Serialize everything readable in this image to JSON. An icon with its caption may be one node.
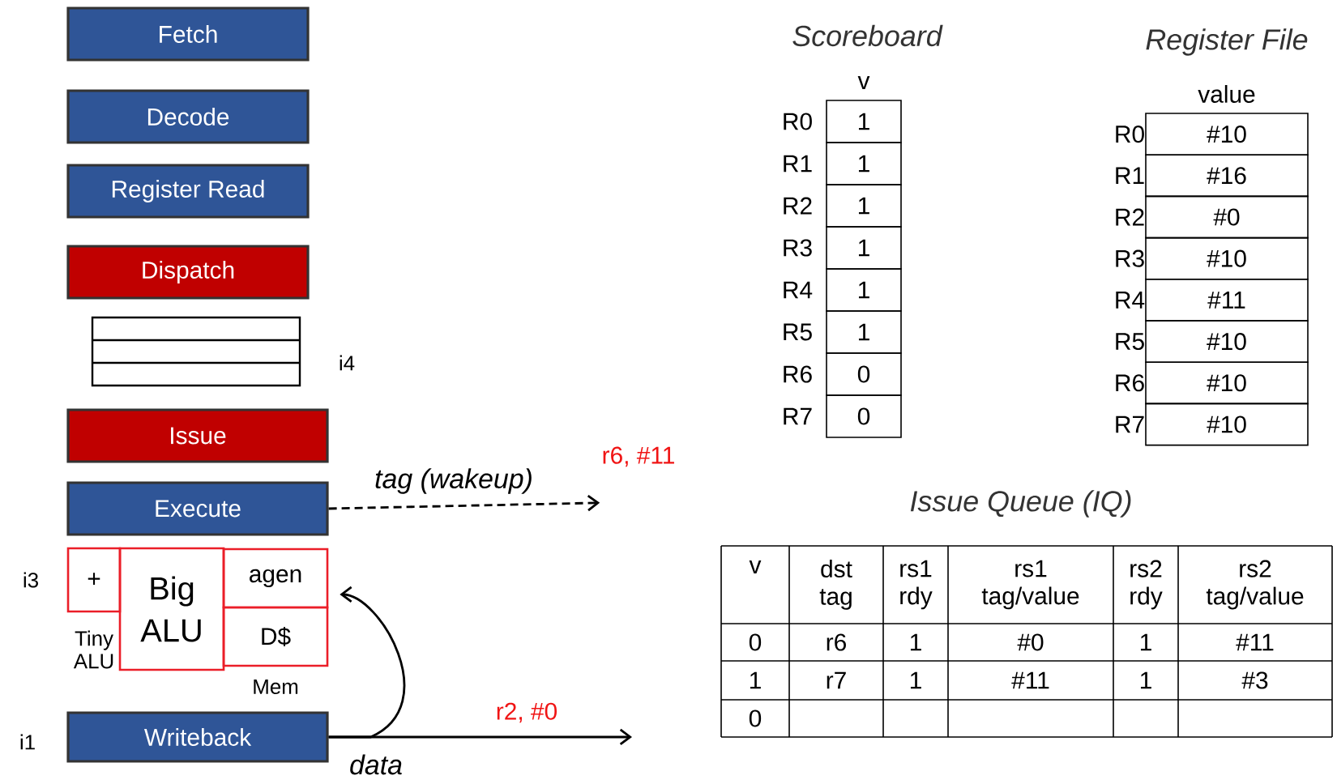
{
  "diagram": {
    "nodes": [
      {
        "text": [
          "Fetch"
        ]
      },
      {
        "text": [
          "Decode"
        ]
      },
      {
        "text": [
          "Register Read"
        ]
      },
      {
        "text": [
          "Dispatch"
        ]
      },
      {
        "text": [],
        "shape": "box",
        "beside": [
          "i4"
        ]
      },
      {
        "text": [
          "Issue"
        ]
      },
      {
        "text": [
          "Execute"
        ]
      },
      {
        "text": [
          "+"
        ],
        "beside": [
          "i3",
          "Tiny ALU"
        ]
      },
      {
        "text": [
          "Big ALU"
        ]
      },
      {
        "text": [
          "agen"
        ]
      },
      {
        "text": [
          "D$"
        ],
        "beside": [
          "Mem"
        ]
      },
      {
        "text": [
          "Writeback"
        ],
        "beside": [
          "i1"
        ]
      },
      {
        "text": [
          "r6, #11"
        ]
      }
    ],
    "edges": [
      {
        "from": 6,
        "to": 12,
        "arrow": "to",
        "label": "tag (wakeup)",
        "style": "dashed"
      },
      {
        "from": 11,
        "to": null,
        "arrow": "to",
        "label": "data"
      },
      {
        "from": 11,
        "to": 9,
        "arrow": "to"
      }
    ],
    "labels": [
      "Scoreboard",
      "Register File",
      "v",
      "value",
      "R0",
      "1",
      "R0",
      "#10",
      "R1",
      "1",
      "R1",
      "#16",
      "R2",
      "1",
      "R2",
      "#0",
      "R3",
      "1",
      "R3",
      "#10",
      "R4",
      "1",
      "R4",
      "#11",
      "R5",
      "1",
      "R5",
      "#10",
      "R6",
      "0",
      "R6",
      "#10",
      "R7",
      "0",
      "R7",
      "#10",
      "Issue Queue (IQ)",
      "v",
      "dst tag",
      "rs1 rdy",
      "rs1 tag/value",
      "rs2 rdy",
      "rs2 tag/value",
      "0",
      "r6",
      "1",
      "#0",
      "1",
      "#11",
      "1",
      "r7",
      "1",
      "#11",
      "1",
      "#3",
      "r2, #0",
      "0"
    ]
  }
}
